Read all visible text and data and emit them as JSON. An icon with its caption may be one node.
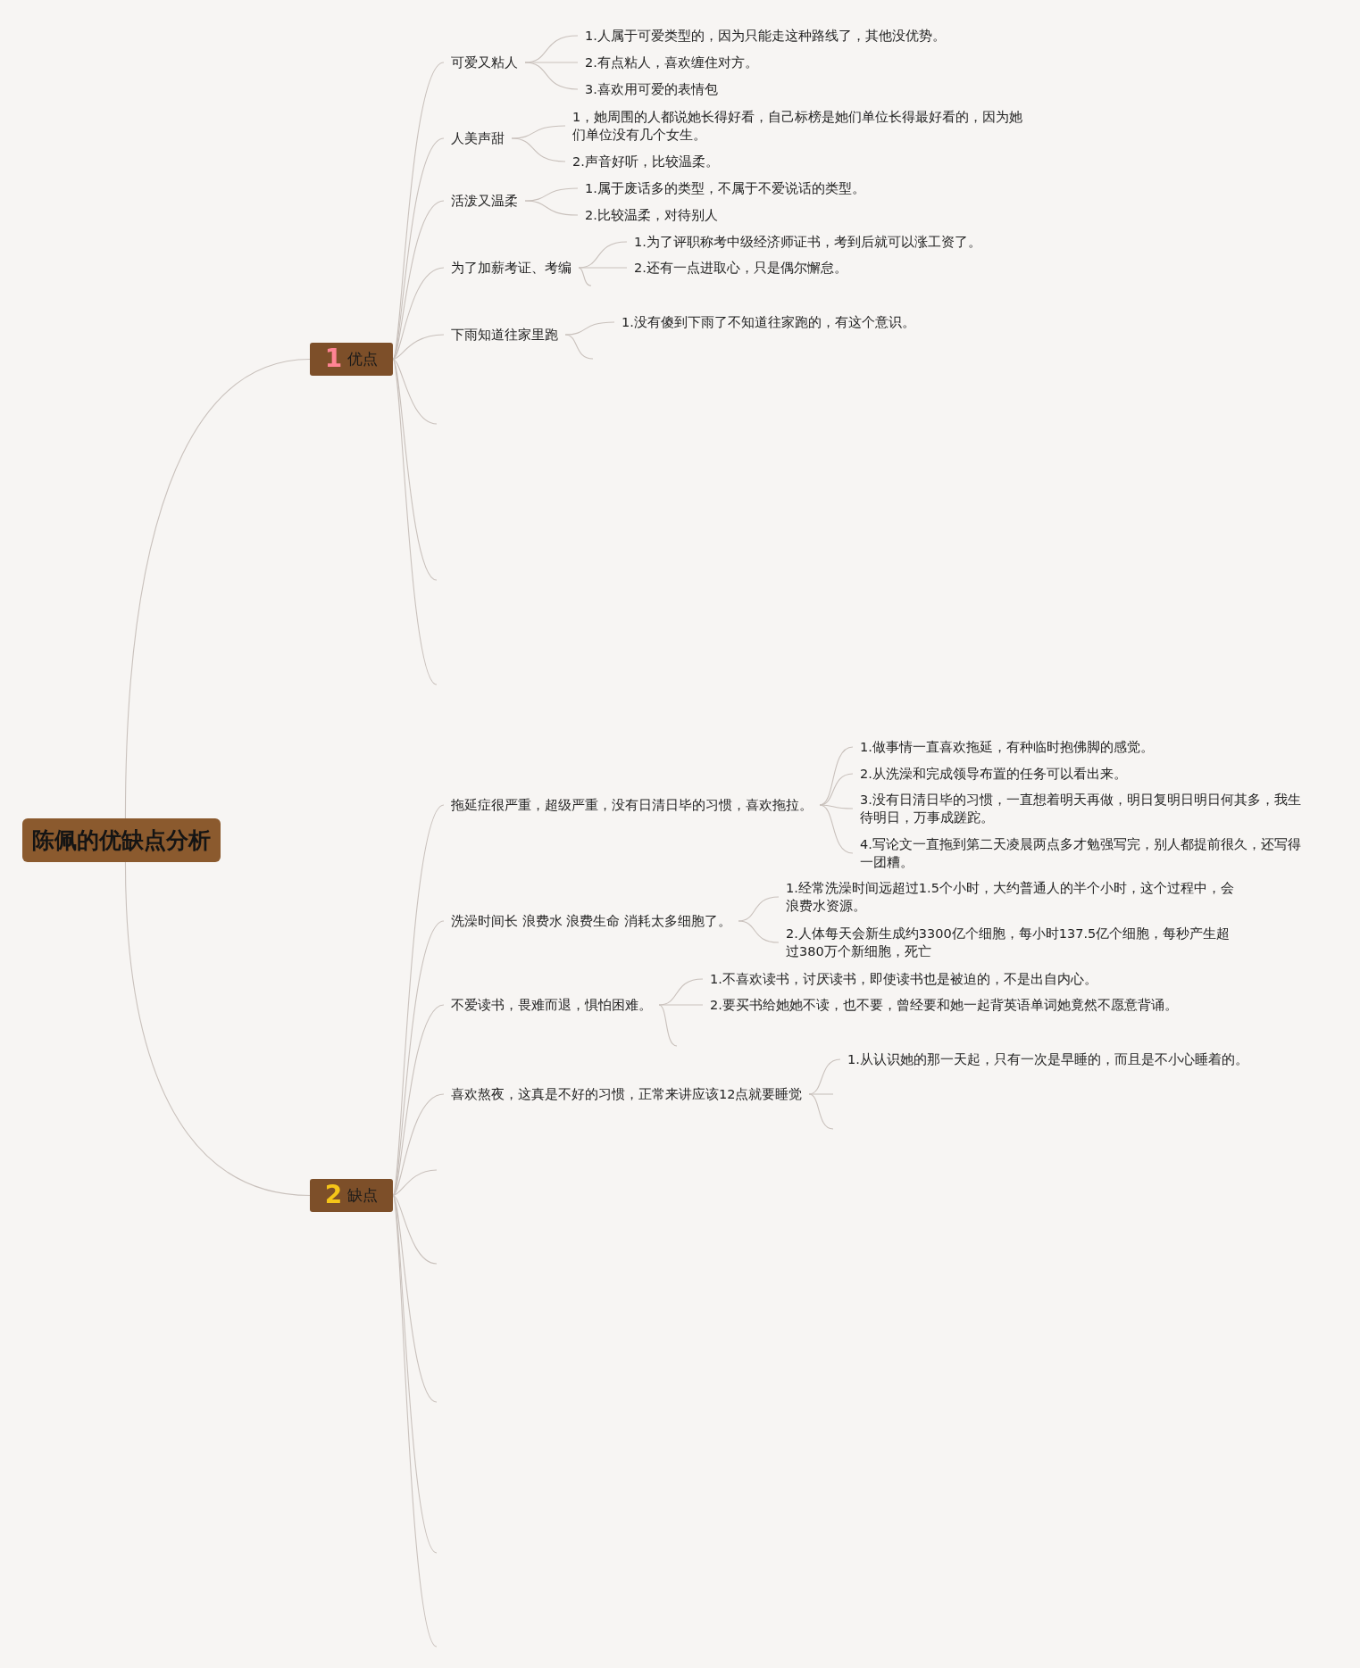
{
  "diagram": {
    "nodes": [
      {
        "text": [
          "陈佩的优缺点分析"
        ]
      },
      {
        "text": [
          "1",
          "优点"
        ]
      },
      {
        "text": [
          "可爱又粘人"
        ]
      },
      {
        "text": [
          "1.人属于可爱类型的，因为只能走这种路线了，其他没优势。"
        ]
      },
      {
        "text": [
          "2.有点粘人，喜欢缠住对方。"
        ]
      },
      {
        "text": [
          "3.喜欢用可爱的表情包"
        ]
      },
      {
        "text": [
          "人美声甜"
        ]
      },
      {
        "text": [
          "1，她周围的人都说她长得好看，自己标榜是她们单位长得最好看的，因为她们单位没有几个女生。"
        ]
      },
      {
        "text": [
          "2.声音好听，比较温柔。"
        ]
      },
      {
        "text": [
          "活泼又温柔"
        ]
      },
      {
        "text": [
          "1.属于废话多的类型，不属于不爱说话的类型。"
        ]
      },
      {
        "text": [
          "2.比较温柔，对待别人"
        ]
      },
      {
        "text": [
          "为了加薪考证、考编"
        ]
      },
      {
        "text": [
          "1.为了评职称考中级经济师证书，考到后就可以涨工资了。"
        ]
      },
      {
        "text": [
          "2.还有一点进取心，只是偶尔懈怠。"
        ]
      },
      {
        "text": [
          "下雨知道往家里跑"
        ]
      },
      {
        "text": [
          "1.没有傻到下雨了不知道往家跑的，有这个意识。"
        ]
      },
      {
        "text": [
          "2",
          "缺点"
        ]
      },
      {
        "text": [
          "拖延症很严重，超级严重，没有日清日毕的习惯，喜欢拖拉。"
        ]
      },
      {
        "text": [
          "1.做事情一直喜欢拖延，有种临时抱佛脚的感觉。"
        ]
      },
      {
        "text": [
          "2.从洗澡和完成领导布置的任务可以看出来。"
        ]
      },
      {
        "text": [
          "3.没有日清日毕的习惯，一直想着明天再做，明日复明日明日何其多，我生待明日，万事成蹉跎。"
        ]
      },
      {
        "text": [
          "4.写论文一直拖到第二天凌晨两点多才勉强写完，别人都提前很久，还写得一团糟。"
        ]
      },
      {
        "text": [
          "洗澡时间长  浪费水 浪费生命 消耗太多细胞了。"
        ]
      },
      {
        "text": [
          "1.经常洗澡时间远超过1.5个小时，大约普通人的半个小时，这个过程中，会浪费水资源。"
        ]
      },
      {
        "text": [
          "2.人体每天会新生成约3300亿个细胞，每小时137.5亿个细胞，每秒产生超过380万个新细胞，死亡"
        ]
      },
      {
        "text": [
          "不爱读书，畏难而退，惧怕困难。"
        ]
      },
      {
        "text": [
          "1.不喜欢读书，讨厌读书，即使读书也是被迫的，不是出自内心。"
        ]
      },
      {
        "text": [
          "2.要买书给她她不读，也不要，曾经要和她一起背英语单词她竟然不愿意背诵。"
        ]
      },
      {
        "text": [
          "喜欢熬夜，这真是不好的习惯，正常来讲应该12点就要睡觉"
        ]
      },
      {
        "text": [
          "1.从认识她的那一天起，只有一次是早睡的，而且是不小心睡着的。"
        ]
      }
    ],
    "edges": [
      {
        "from": 0,
        "to": 1,
        "arrow": "none"
      },
      {
        "from": 1,
        "to": 2,
        "arrow": "none"
      },
      {
        "from": 2,
        "to": 3,
        "arrow": "none"
      },
      {
        "from": 2,
        "to": 4,
        "arrow": "none"
      },
      {
        "from": 2,
        "to": 5,
        "arrow": "none"
      },
      {
        "from": 1,
        "to": 6,
        "arrow": "none"
      },
      {
        "from": 6,
        "to": 7,
        "arrow": "none"
      },
      {
        "from": 6,
        "to": 8,
        "arrow": "none"
      },
      {
        "from": 1,
        "to": 9,
        "arrow": "none"
      },
      {
        "from": 9,
        "to": 10,
        "arrow": "none"
      },
      {
        "from": 9,
        "to": 11,
        "arrow": "none"
      },
      {
        "from": 1,
        "to": 12,
        "arrow": "none"
      },
      {
        "from": 12,
        "to": 13,
        "arrow": "none"
      },
      {
        "from": 12,
        "to": 14,
        "arrow": "none"
      },
      {
        "from": 12,
        "to": null,
        "arrow": "none"
      },
      {
        "from": 1,
        "to": 15,
        "arrow": "none"
      },
      {
        "from": 15,
        "to": 16,
        "arrow": "none"
      },
      {
        "from": 15,
        "to": null,
        "arrow": "none"
      },
      {
        "from": 1,
        "to": null,
        "arrow": "none"
      },
      {
        "from": 1,
        "to": null,
        "arrow": "none"
      },
      {
        "from": 1,
        "to": null,
        "arrow": "none"
      },
      {
        "from": 0,
        "to": 17,
        "arrow": "none"
      },
      {
        "from": 17,
        "to": 18,
        "arrow": "none"
      },
      {
        "from": 18,
        "to": 19,
        "arrow": "none"
      },
      {
        "from": 18,
        "to": 20,
        "arrow": "none"
      },
      {
        "from": 18,
        "to": 21,
        "arrow": "none"
      },
      {
        "from": 18,
        "to": 22,
        "arrow": "none"
      },
      {
        "from": 17,
        "to": 23,
        "arrow": "none"
      },
      {
        "from": 23,
        "to": 24,
        "arrow": "none"
      },
      {
        "from": 23,
        "to": 25,
        "arrow": "none"
      },
      {
        "from": 17,
        "to": 26,
        "arrow": "none"
      },
      {
        "from": 26,
        "to": 27,
        "arrow": "none"
      },
      {
        "from": 26,
        "to": 28,
        "arrow": "none"
      },
      {
        "from": 26,
        "to": null,
        "arrow": "none"
      },
      {
        "from": 17,
        "to": 29,
        "arrow": "none"
      },
      {
        "from": 29,
        "to": 30,
        "arrow": "none"
      },
      {
        "from": 29,
        "to": null,
        "arrow": "none"
      },
      {
        "from": 29,
        "to": null,
        "arrow": "none"
      },
      {
        "from": 17,
        "to": null,
        "arrow": "none"
      },
      {
        "from": 17,
        "to": null,
        "arrow": "none"
      },
      {
        "from": 17,
        "to": null,
        "arrow": "none"
      },
      {
        "from": 17,
        "to": null,
        "arrow": "none"
      },
      {
        "from": 17,
        "to": null,
        "arrow": "none"
      }
    ]
  }
}
